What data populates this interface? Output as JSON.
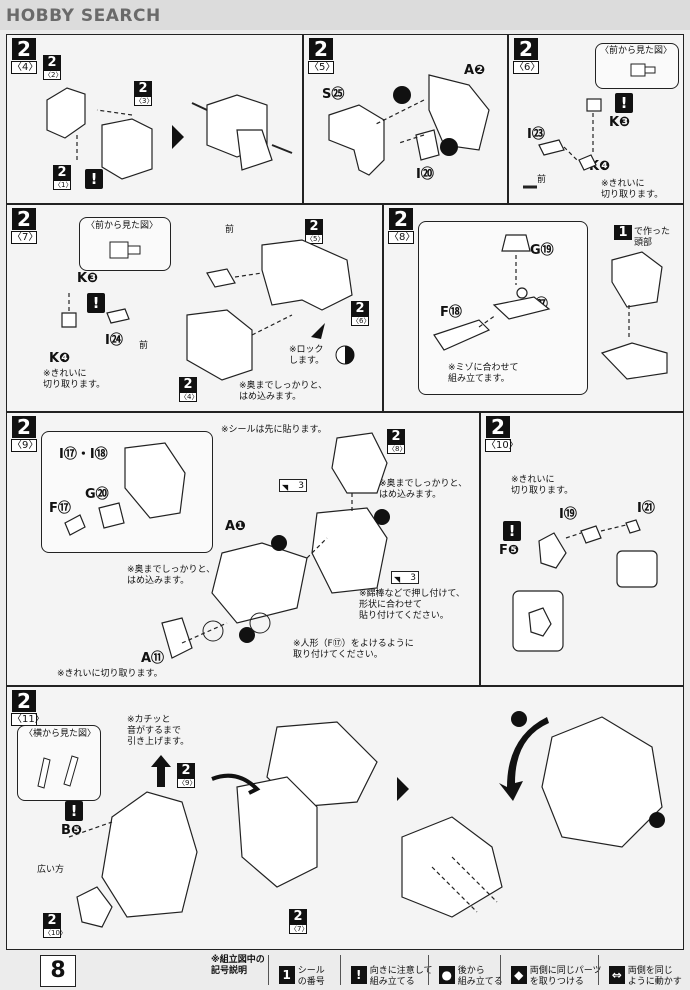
{
  "header": {
    "logo": "HOBBY SEARCH"
  },
  "page_number": "8",
  "panels": {
    "p4": {
      "step": "2",
      "sub": "〈4〉",
      "refs": [
        {
          "n": "2",
          "s": "〈2〉"
        },
        {
          "n": "2",
          "s": "〈3〉"
        },
        {
          "n": "2",
          "s": "〈1〉"
        }
      ]
    },
    "p5": {
      "step": "2",
      "sub": "〈5〉",
      "parts": [
        "A❷",
        "S㉕",
        "I⑳"
      ]
    },
    "p6": {
      "step": "2",
      "sub": "〈6〉",
      "front_view": "〈前から見た図〉",
      "parts": [
        "I㉓",
        "K❸",
        "K❹"
      ],
      "front": "前",
      "note": "※きれいに\n切り取ります。"
    },
    "p7": {
      "step": "2",
      "sub": "〈7〉",
      "front_view": "〈前から見た図〉",
      "front": "前",
      "parts": [
        "K❸",
        "I㉔",
        "K❹"
      ],
      "refs": [
        {
          "n": "2",
          "s": "〈5〉"
        },
        {
          "n": "2",
          "s": "〈6〉"
        },
        {
          "n": "2",
          "s": "〈4〉"
        }
      ],
      "note_cut": "※きれいに\n切り取ります。",
      "note_lock": "※ロック\nします。",
      "note_insert": "※奥までしっかりと、\nはめ込みます。"
    },
    "p8": {
      "step": "2",
      "sub": "〈8〉",
      "parts": [
        "G⑲",
        "I㉗",
        "F⑱"
      ],
      "head_ref": {
        "n": "1",
        "text": "で作った\n頭部"
      },
      "note": "※ミゾに合わせて\n組み立てます。"
    },
    "p9": {
      "step": "2",
      "sub": "〈9〉",
      "note_sticker_first": "※シールは先に貼ります。",
      "parts": [
        "I⑰・I⑱",
        "G⑳",
        "F⑰",
        "A❶",
        "A⑪"
      ],
      "ref": {
        "n": "2",
        "s": "〈8〉"
      },
      "sticker": "3",
      "note_insert_right": "※奥までしっかりと、\nはめ込みます。",
      "note_insert_left": "※奥までしっかりと、\nはめ込みます。",
      "note_cotton": "※綿棒などで押し付けて、\n形状に合わせて\n貼り付けてください。",
      "note_figure": "※人形（F⑰）をよけるように\n取り付けてください。",
      "note_cut": "※きれいに切り取ります。"
    },
    "p10": {
      "step": "2",
      "sub": "〈10〉",
      "note": "※きれいに\n切り取ります。",
      "parts": [
        "I⑲",
        "I㉑",
        "F❺"
      ]
    },
    "p11": {
      "step": "2",
      "sub": "〈11〉",
      "side_view": "〈横から見た図〉",
      "part": "B❺",
      "wide": "広い方",
      "note_click": "※カチッと\n音がするまで\n引き上げます。",
      "refs": [
        {
          "n": "2",
          "s": "〈9〉"
        },
        {
          "n": "2",
          "s": "〈10〉"
        },
        {
          "n": "2",
          "s": "〈7〉"
        }
      ]
    }
  },
  "legend": {
    "title": "※組立図中の\n記号説明",
    "items": [
      {
        "icon": "1",
        "text": "シール\nの番号"
      },
      {
        "icon": "!",
        "text": "向きに注意して\n組み立てる"
      },
      {
        "icon": "●",
        "text": "後から\n組み立てる"
      },
      {
        "icon": "◆",
        "text": "両側に同じパーツ\nを取りつける"
      },
      {
        "icon": "⇔",
        "text": "両側を同じ\nように動かす"
      }
    ]
  }
}
